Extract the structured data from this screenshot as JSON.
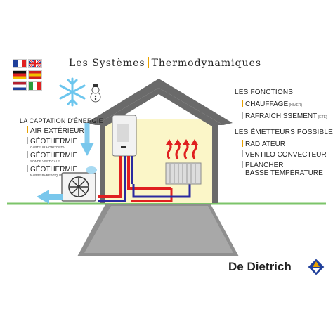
{
  "title": {
    "part1": "Les Systèmes",
    "part2": "Thermodynamiques"
  },
  "flags": [
    {
      "name": "flag-france",
      "colors": [
        "#1f3f9a",
        "#ffffff",
        "#e02020"
      ],
      "orient": "vertical"
    },
    {
      "name": "flag-uk",
      "colors": [
        "#1f3f9a",
        "#ffffff",
        "#e02020"
      ],
      "orient": "uk"
    },
    {
      "name": "flag-germany",
      "colors": [
        "#111111",
        "#e02020",
        "#f2c200"
      ],
      "orient": "horizontal"
    },
    {
      "name": "flag-spain",
      "colors": [
        "#d02020",
        "#f2c200",
        "#d02020"
      ],
      "orient": "horizontal"
    },
    {
      "name": "flag-netherlands",
      "colors": [
        "#b22030",
        "#ffffff",
        "#1f3f9a"
      ],
      "orient": "horizontal"
    },
    {
      "name": "flag-italy",
      "colors": [
        "#2a9a3a",
        "#ffffff",
        "#e02020"
      ],
      "orient": "vertical"
    }
  ],
  "capture": {
    "title": "La captation d'énergie",
    "items": [
      {
        "label": "Air extérieur",
        "sub": ""
      },
      {
        "label": "Géothermie",
        "sub": "capteur horizontal"
      },
      {
        "label": "Géothermie",
        "sub": "sonde verticale"
      },
      {
        "label": "Géothermie",
        "sub": "nappe phréatique"
      }
    ]
  },
  "functions": {
    "title": "Les fonctions",
    "items": [
      {
        "label": "Chauffage",
        "note": "(hiver)"
      },
      {
        "label": "Rafraichissement",
        "note": "(été)"
      }
    ]
  },
  "emitters": {
    "title": "Les émetteurs possibles",
    "items": [
      {
        "label": "Radiateur"
      },
      {
        "label": "Ventilo convecteur"
      },
      {
        "label": "Plancher",
        "line2": "basse température"
      }
    ]
  },
  "brand": {
    "name": "De Dietrich"
  },
  "colors": {
    "accent": "#e8a100",
    "house_wall": "#fbf6c8",
    "roof": "#6a6a6a",
    "ground": "#7cc46a",
    "hot_pipe": "#e02020",
    "cold_pipe": "#2a2aa0",
    "cold_flow": "#79c7ec",
    "snowflake": "#6cc6ee"
  }
}
